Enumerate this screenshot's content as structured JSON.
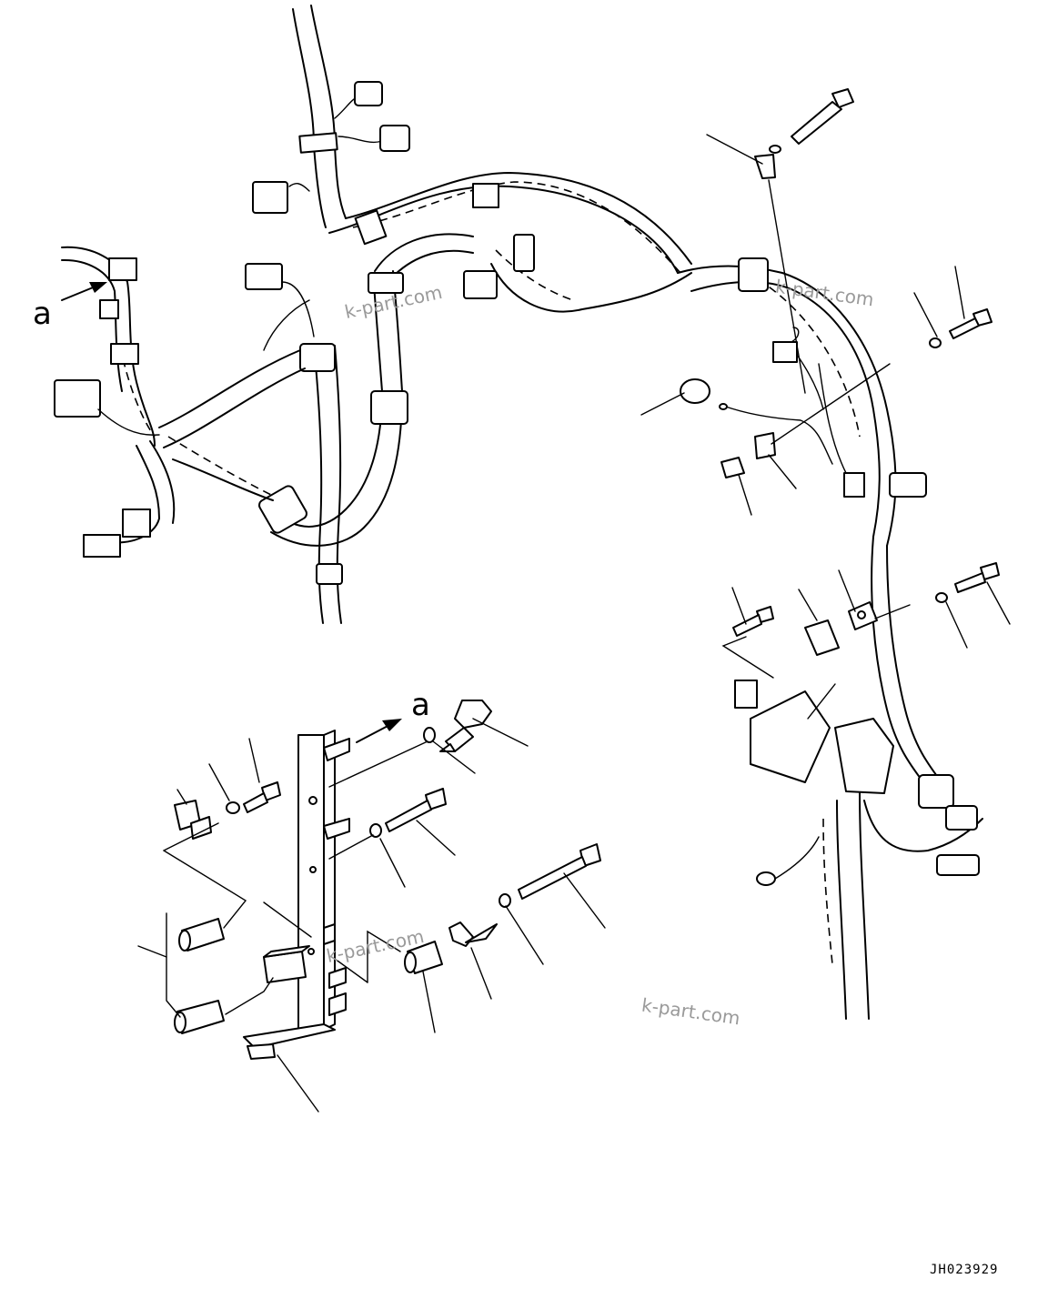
{
  "figure_code": "JH023929",
  "reference_markers": {
    "a_upper": "a",
    "a_lower": "a"
  },
  "watermarks": [
    "k-part.com",
    "k-part.com",
    "k-part.com",
    "k-part.com"
  ]
}
